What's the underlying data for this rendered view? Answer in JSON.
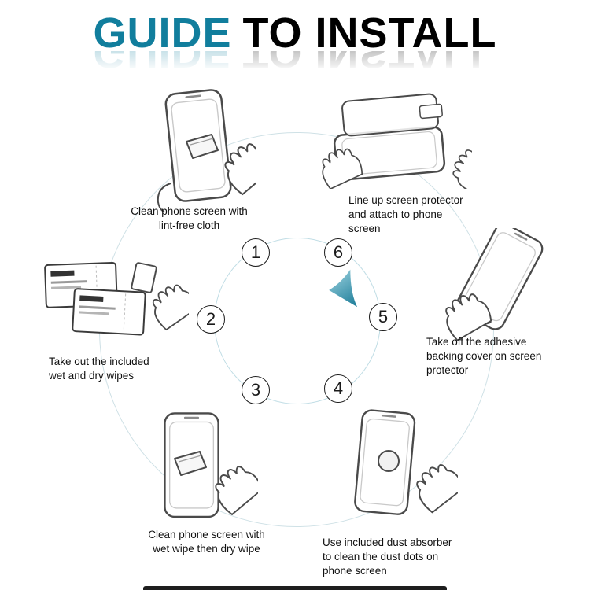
{
  "title": {
    "accent": "GUIDE",
    "rest": "TO INSTALL"
  },
  "steps": [
    {
      "num": "1",
      "label": "Clean phone screen with\nlint-free cloth"
    },
    {
      "num": "2",
      "label": "Take out the included\nwet and dry wipes"
    },
    {
      "num": "3",
      "label": "Clean phone screen with\nwet wipe then dry wipe"
    },
    {
      "num": "4",
      "label": "Use included dust absorber\nto clean the dust dots on\nphone screen"
    },
    {
      "num": "5",
      "label": "Take off the adhesive\nbacking cover on screen\nprotector"
    },
    {
      "num": "6",
      "label": "Line up screen protector\nand attach to phone\nscreen"
    }
  ],
  "colors": {
    "accent_teal": "#117e9d",
    "title_black": "#000000",
    "outer_ring": "#cfe1e6",
    "inner_ring": "#c0dde5",
    "line_art_stroke": "#4a4a4a",
    "arrow_gradient_from": "#9fd4e1",
    "arrow_gradient_to": "#1b7b97"
  },
  "icons": {
    "phone-icon": "rounded-rect outline phone",
    "hand-icon": "line-art hand",
    "cloth-icon": "folded cleaning cloth",
    "wipes-packet-icon": "wet/dry wipe sachet",
    "screen-protector-icon": "glass protector with pull tab",
    "dust-absorber-icon": "round dust-removal sticker",
    "pointer-arrow-icon": "teal cursor arrow"
  }
}
